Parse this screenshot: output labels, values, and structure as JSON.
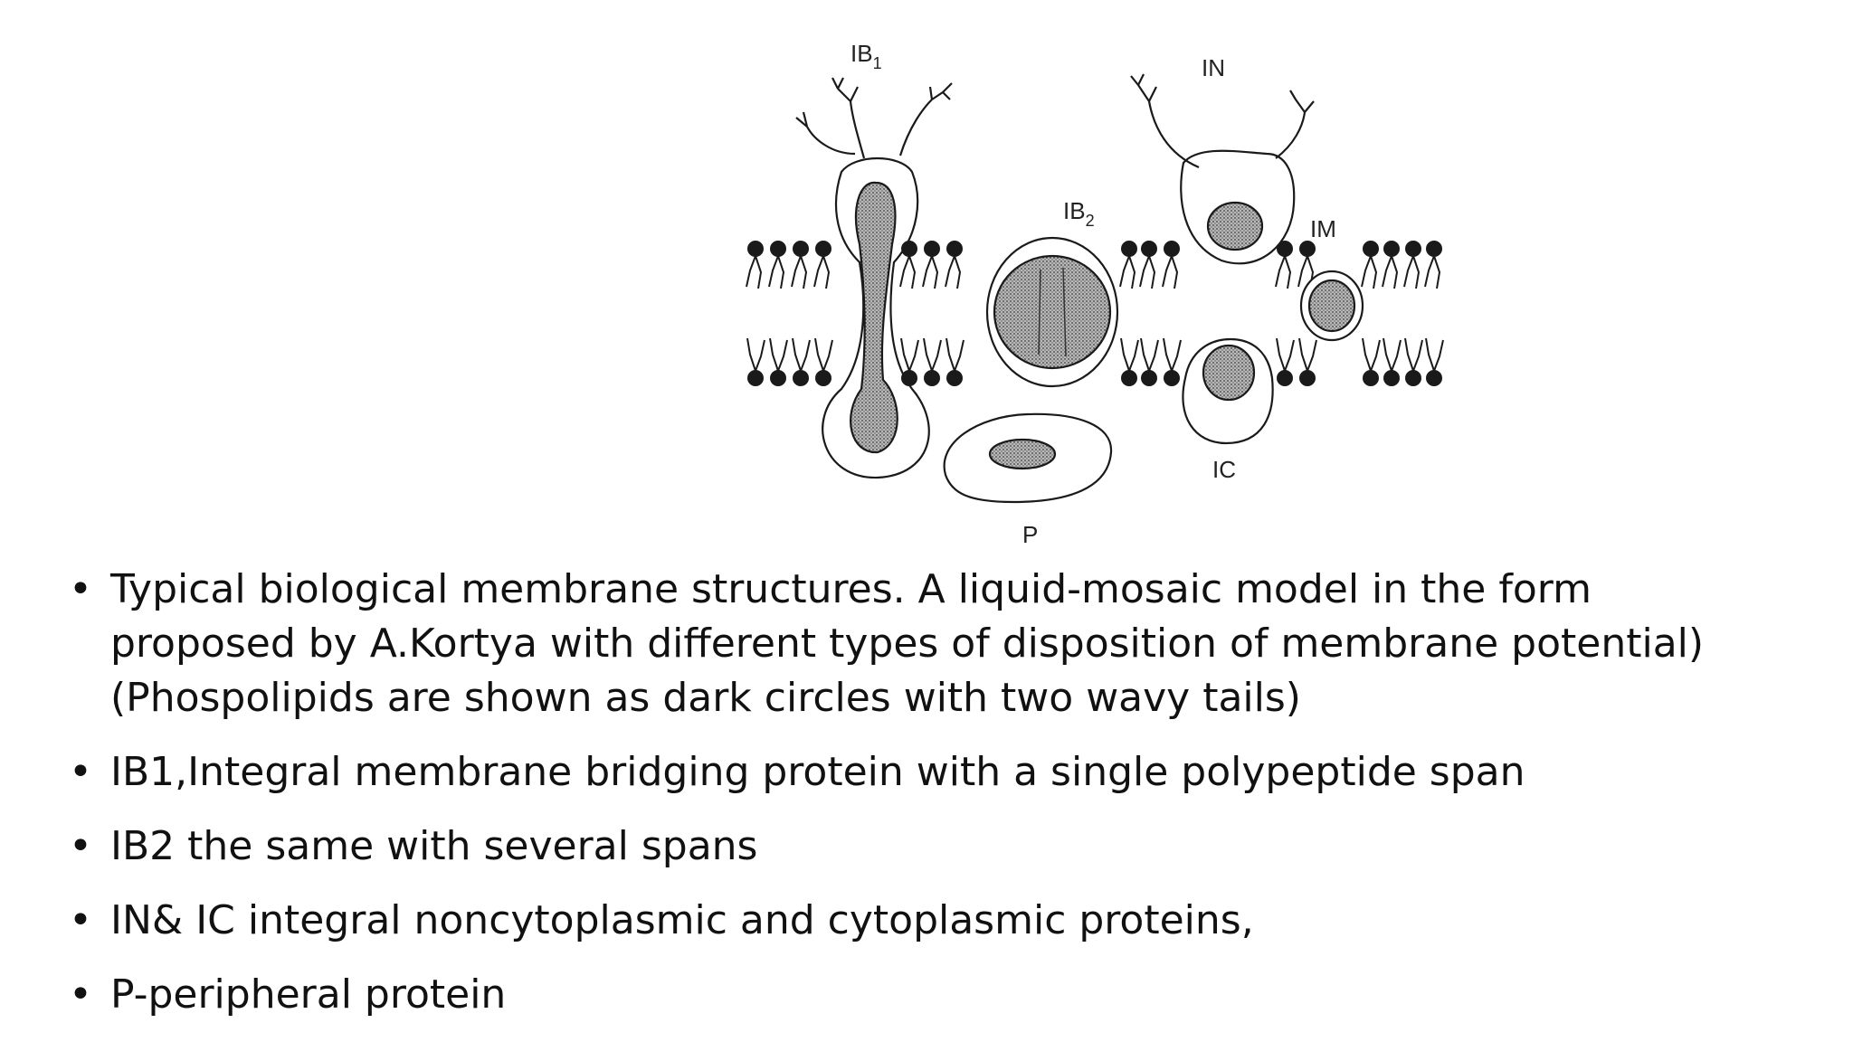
{
  "diagram": {
    "labels": {
      "ib1_main": "IB",
      "ib1_sub": "1",
      "ib2_main": "IB",
      "ib2_sub": "2",
      "in": "IN",
      "im": "IM",
      "ic": "IC",
      "p": "P"
    },
    "colors": {
      "line": "#1a1a1a",
      "phospholipid_head": "#1a1a1a",
      "protein_fill": "#9a9a9a"
    }
  },
  "bullets": [
    "Typical biological membrane structures. A liquid-mosaic model in the form proposed by A.Kortya with different types of disposition of membrane potential)(Phospolipids are shown as dark circles with two wavy tails)",
    "IB1,Integral membrane bridging protein with a single polypeptide span",
    "IB2 the same with several spans",
    "IN& IC integral noncytoplasmic and cytoplasmic proteins,",
    "P-peripheral protein"
  ]
}
